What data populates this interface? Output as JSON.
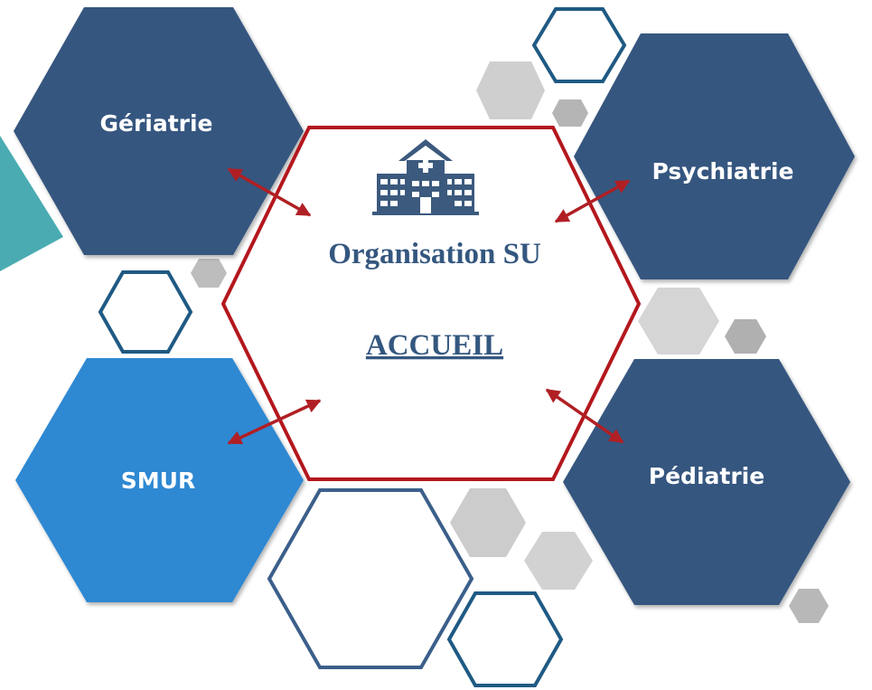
{
  "diagram": {
    "center": {
      "title": "Organisation SU",
      "subtitle": "ACCUEIL",
      "icon": "hospital-icon"
    },
    "nodes": [
      {
        "id": "geriatrie",
        "label": "Gériatrie"
      },
      {
        "id": "psychiatrie",
        "label": "Psychiatrie"
      },
      {
        "id": "smur",
        "label": "SMUR"
      },
      {
        "id": "pediatrie",
        "label": "Pédiatrie"
      }
    ],
    "connections": [
      {
        "from": "center",
        "to": "geriatrie",
        "type": "bidirectional-arrow"
      },
      {
        "from": "center",
        "to": "psychiatrie",
        "type": "bidirectional-arrow"
      },
      {
        "from": "center",
        "to": "smur",
        "type": "bidirectional-arrow"
      },
      {
        "from": "center",
        "to": "pediatrie",
        "type": "bidirectional-arrow"
      }
    ]
  },
  "colors": {
    "dark_blue": "#34577f",
    "light_blue": "#2e88d2",
    "center_border": "#b3171d",
    "arrow": "#b01f24",
    "outline_blue": "#1f5a84",
    "gray": "#c6c6c6",
    "dark_gray": "#a8a8a8",
    "teal": "#2a9ea5"
  }
}
